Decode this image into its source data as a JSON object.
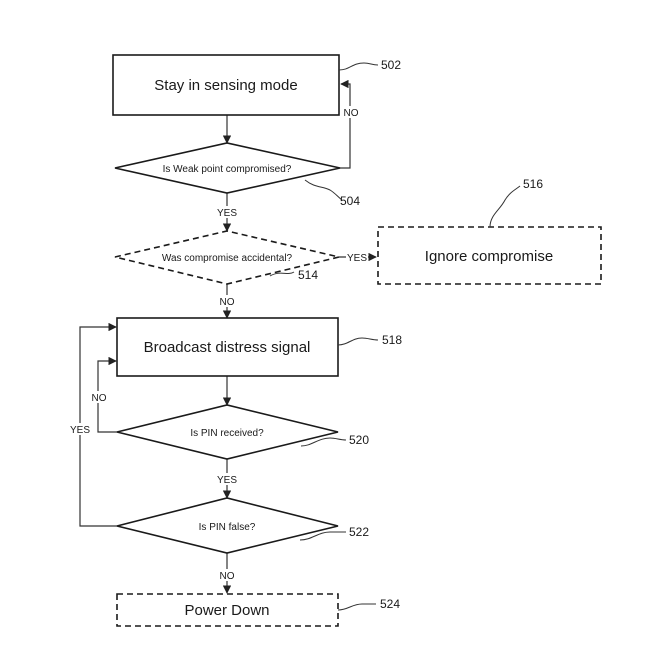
{
  "nodes": {
    "sensing": {
      "label": "Stay in sensing mode",
      "ref": "502"
    },
    "weak_point": {
      "label": "Is Weak point compromised?",
      "ref": "504"
    },
    "accidental": {
      "label": "Was compromise accidental?",
      "ref": "514"
    },
    "ignore": {
      "label": "Ignore compromise",
      "ref": "516"
    },
    "broadcast": {
      "label": "Broadcast distress signal",
      "ref": "518"
    },
    "pin_received": {
      "label": "Is PIN received?",
      "ref": "520"
    },
    "pin_false": {
      "label": "Is PIN false?",
      "ref": "522"
    },
    "power_down": {
      "label": "Power Down",
      "ref": "524"
    }
  },
  "edge_labels": {
    "weak_no": "NO",
    "weak_yes": "YES",
    "acc_yes": "YES",
    "acc_no": "NO",
    "pin_recv_no": "NO",
    "pin_recv_yes": "YES",
    "pin_false_yes": "YES",
    "pin_false_no": "NO"
  }
}
